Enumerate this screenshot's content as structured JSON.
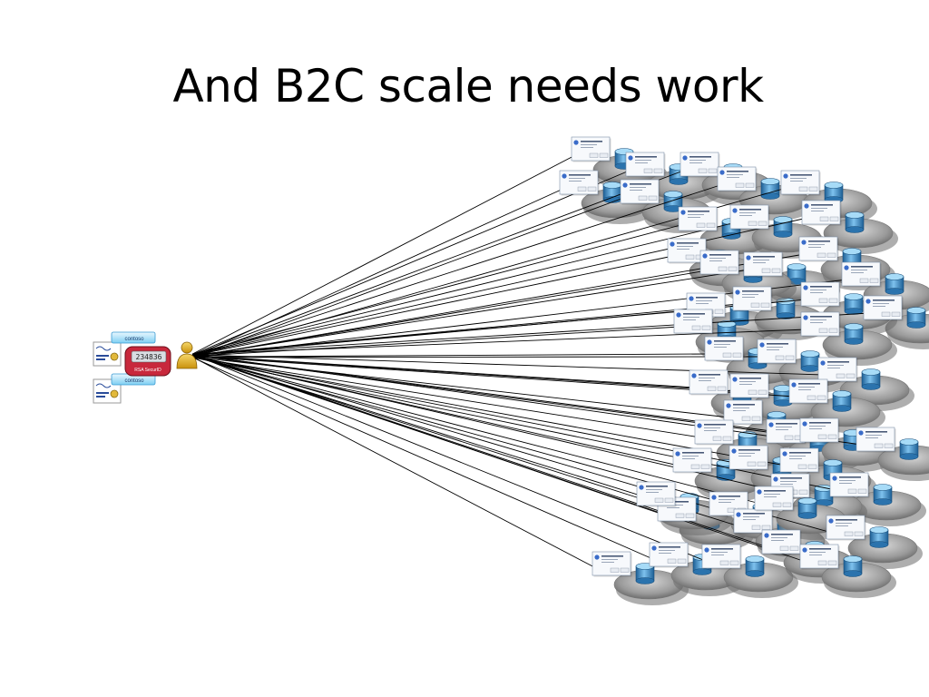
{
  "slide": {
    "title": "And B2C scale needs work"
  },
  "credentials": {
    "token_display": "234836",
    "token_brand": "RSA SecurID",
    "card_label": "contoso"
  },
  "colors": {
    "line": "#000000",
    "server_disk": "#8f8f8f",
    "db_cylinder": "#3b8fc9",
    "user_icon": "#e3b21a",
    "dialog_info": "#3a6cc9",
    "token_case": "#c8283c"
  },
  "icons": {
    "user": "user-icon",
    "server": "database-server-icon",
    "dialog": "login-dialog-icon",
    "token": "rsa-token-icon",
    "certificate": "certificate-icon"
  }
}
